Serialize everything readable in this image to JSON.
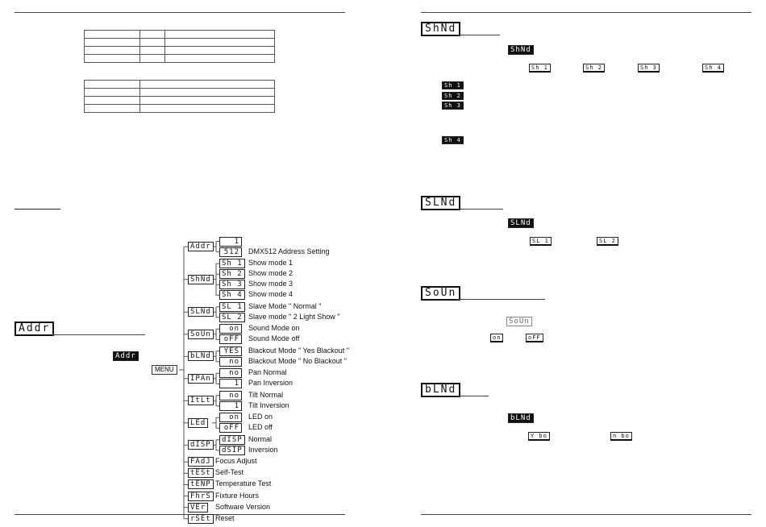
{
  "menu_label": "MENU",
  "left_page": {
    "heading_lcd": "Addr",
    "inline_lcd": "Addr",
    "tree": [
      {
        "key": "addr",
        "lcd": "Addr",
        "subs": [
          {
            "lcd": "   1",
            "label": ""
          },
          {
            "lcd": " 512",
            "label": "DMX512 Address Setting"
          }
        ]
      },
      {
        "key": "shnd",
        "lcd": "ShNd",
        "subs": [
          {
            "lcd": "Sh 1",
            "label": "Show mode 1"
          },
          {
            "lcd": "Sh 2",
            "label": "Show mode 2"
          },
          {
            "lcd": "Sh 3",
            "label": "Show mode 3"
          },
          {
            "lcd": "Sh 4",
            "label": "Show mode 4"
          }
        ]
      },
      {
        "key": "slnd",
        "lcd": "SLNd",
        "subs": [
          {
            "lcd": "SL 1",
            "label": "Slave Mode \" Normal \""
          },
          {
            "lcd": "SL 2",
            "label": "Slave mode \" 2 Light Show \""
          }
        ]
      },
      {
        "key": "soun",
        "lcd": "SoUn",
        "subs": [
          {
            "lcd": "on",
            "label": "Sound Mode on"
          },
          {
            "lcd": "oFF",
            "label": "Sound Mode off"
          }
        ]
      },
      {
        "key": "blnd",
        "lcd": "bLNd",
        "subs": [
          {
            "lcd": "YES",
            "label": "Blackout Mode \" Yes Blackout \""
          },
          {
            "lcd": "no",
            "label": "Blackout Mode \" No Blackout \""
          }
        ]
      },
      {
        "key": "ipan",
        "lcd": "IPAn",
        "subs": [
          {
            "lcd": "no",
            "label": "Pan Normal"
          },
          {
            "lcd": "1",
            "label": "Pan Inversion"
          }
        ]
      },
      {
        "key": "tilt",
        "lcd": "ItLt",
        "subs": [
          {
            "lcd": "no",
            "label": "Tilt Normal"
          },
          {
            "lcd": "1",
            "label": "Tilt Inversion"
          }
        ]
      },
      {
        "key": "led",
        "lcd": "LEd",
        "subs": [
          {
            "lcd": "on",
            "label": "LED on"
          },
          {
            "lcd": "oFF",
            "label": "LED off"
          }
        ]
      },
      {
        "key": "disp",
        "lcd": "dISP",
        "subs": [
          {
            "lcd": "dISP",
            "label": "Normal"
          },
          {
            "lcd": "dSIP",
            "label": "Inversion"
          }
        ]
      },
      {
        "key": "fadj",
        "lcd": "FAdJ",
        "subs": [],
        "label": "Focus Adjust"
      },
      {
        "key": "test",
        "lcd": "tESt",
        "subs": [],
        "label": "Self-Test"
      },
      {
        "key": "temp",
        "lcd": "tENP",
        "subs": [],
        "label": "Temperature Test"
      },
      {
        "key": "fhrs",
        "lcd": "FhrS",
        "subs": [],
        "label": "Fixture Hours"
      },
      {
        "key": "ver",
        "lcd": "VEr",
        "subs": [],
        "label": "Software Version"
      },
      {
        "key": "rset",
        "lcd": "rSEt",
        "subs": [],
        "label": "Reset"
      }
    ]
  },
  "right_page": {
    "shnd": {
      "heading": "ShNd",
      "inline": "ShNd",
      "row": [
        "Sh 1",
        "Sh 2",
        "Sh 3",
        "Sh 4"
      ],
      "list": [
        "Sh 1",
        "Sh 2",
        "Sh 3"
      ],
      "last": "Sh 4"
    },
    "slnd": {
      "heading": "SLNd",
      "inline": "SLNd",
      "row": [
        "SL 1",
        "SL 2"
      ]
    },
    "soun": {
      "heading": "SoUn",
      "inline": "SoUn",
      "row": [
        "on",
        "oFF"
      ]
    },
    "blnd": {
      "heading": "bLNd",
      "inline": "bLNd",
      "row": [
        "Y bo",
        "n bo"
      ]
    }
  }
}
